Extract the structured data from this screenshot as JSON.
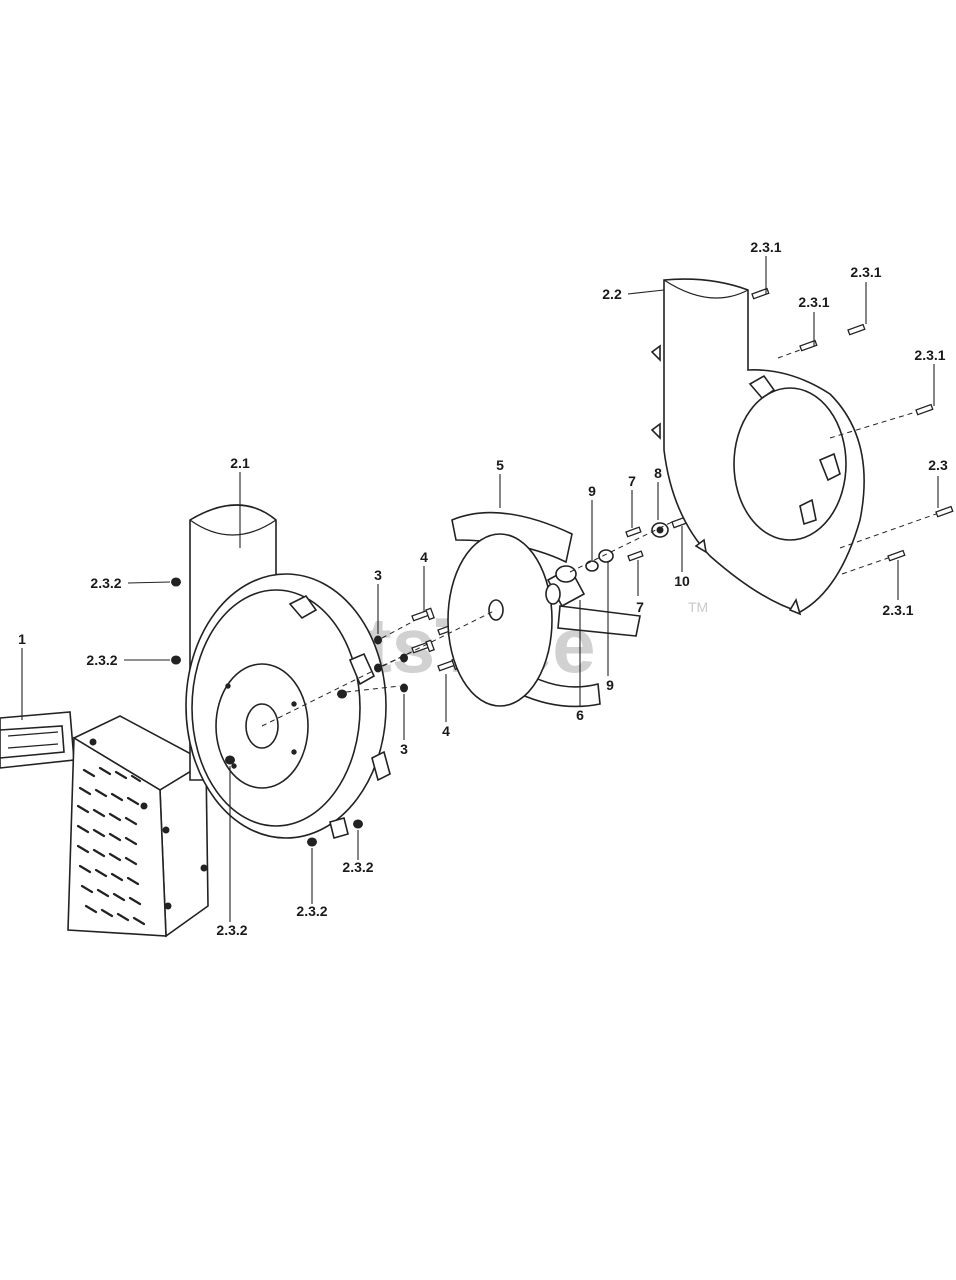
{
  "watermark": {
    "text": "PartsTree",
    "trademark": "TM"
  },
  "callouts": [
    {
      "id": "c1",
      "text": "1"
    },
    {
      "id": "c2",
      "text": "2.1"
    },
    {
      "id": "c3",
      "text": "2.2"
    },
    {
      "id": "c4",
      "text": "2.3"
    },
    {
      "id": "c5",
      "text": "2.3.1"
    },
    {
      "id": "c6",
      "text": "2.3.1"
    },
    {
      "id": "c7",
      "text": "2.3.1"
    },
    {
      "id": "c8",
      "text": "2.3.1"
    },
    {
      "id": "c9",
      "text": "2.3.1"
    },
    {
      "id": "c10",
      "text": "2.3.2"
    },
    {
      "id": "c11",
      "text": "2.3.2"
    },
    {
      "id": "c12",
      "text": "2.3.2"
    },
    {
      "id": "c13",
      "text": "2.3.2"
    },
    {
      "id": "c14",
      "text": "2.3.2"
    },
    {
      "id": "c15",
      "text": "3"
    },
    {
      "id": "c16",
      "text": "3"
    },
    {
      "id": "c17",
      "text": "4"
    },
    {
      "id": "c18",
      "text": "4"
    },
    {
      "id": "c19",
      "text": "5"
    },
    {
      "id": "c20",
      "text": "6"
    },
    {
      "id": "c21",
      "text": "7"
    },
    {
      "id": "c22",
      "text": "7"
    },
    {
      "id": "c23",
      "text": "8"
    },
    {
      "id": "c24",
      "text": "9"
    },
    {
      "id": "c25",
      "text": "9"
    },
    {
      "id": "c26",
      "text": "10"
    }
  ]
}
